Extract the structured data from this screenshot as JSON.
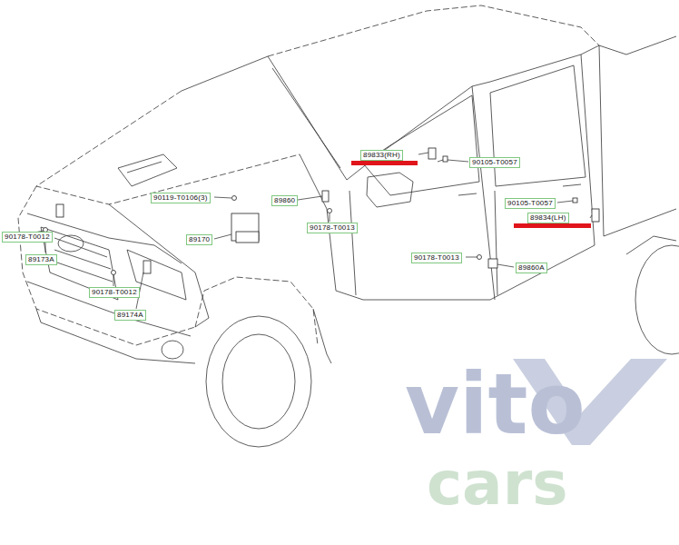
{
  "diagram": {
    "labels": [
      "89833(RH)",
      "90105-T0057",
      "90119-T0106(3)",
      "89860",
      "90178-T0013",
      "89170",
      "90105-T0057",
      "89834(LH)",
      "90178-T0012",
      "89173A",
      "90178-T0013",
      "89860A",
      "90178-T0012",
      "89174A",
      "vito",
      "cars"
    ]
  }
}
